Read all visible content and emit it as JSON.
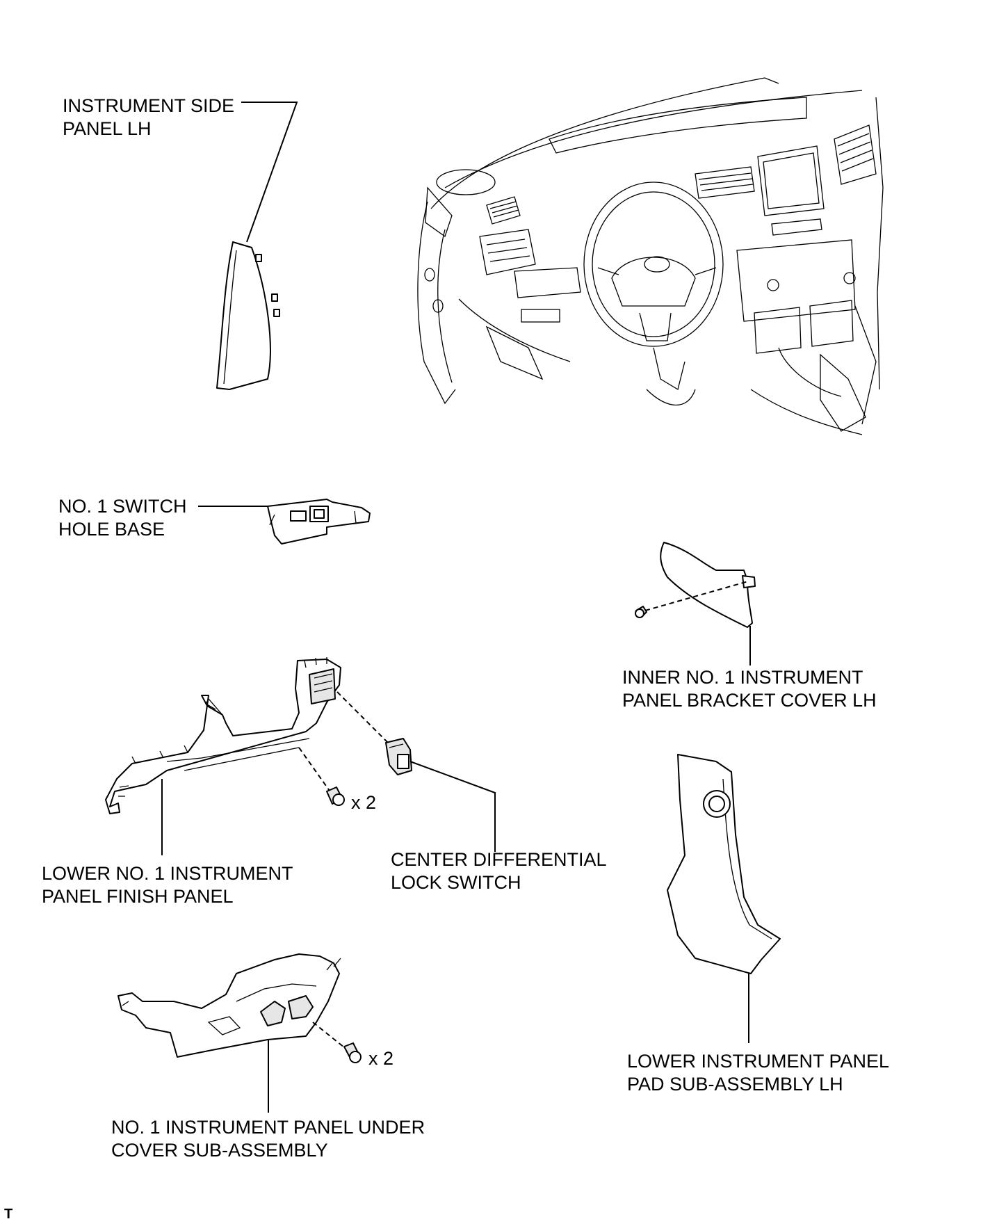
{
  "parts": {
    "instrument_side_panel_lh": [
      "INSTRUMENT SIDE",
      "PANEL LH"
    ],
    "no1_switch_hole_base": [
      "NO. 1 SWITCH",
      "HOLE BASE"
    ],
    "inner_no1_bracket_cover_lh": [
      "INNER NO. 1 INSTRUMENT",
      "PANEL BRACKET COVER LH"
    ],
    "lower_no1_finish_panel": [
      "LOWER NO. 1 INSTRUMENT",
      "PANEL FINISH PANEL"
    ],
    "center_diff_lock_switch": [
      "CENTER DIFFERENTIAL",
      "LOCK SWITCH"
    ],
    "lower_pad_sub_assembly_lh": [
      "LOWER INSTRUMENT PANEL",
      "PAD SUB-ASSEMBLY LH"
    ],
    "no1_under_cover_sub_assembly": [
      "NO. 1 INSTRUMENT PANEL UNDER",
      "COVER SUB-ASSEMBLY"
    ]
  },
  "quantities": {
    "finish_panel_screws": "x 2",
    "under_cover_screws": "x 2"
  },
  "corner_mark": "T"
}
